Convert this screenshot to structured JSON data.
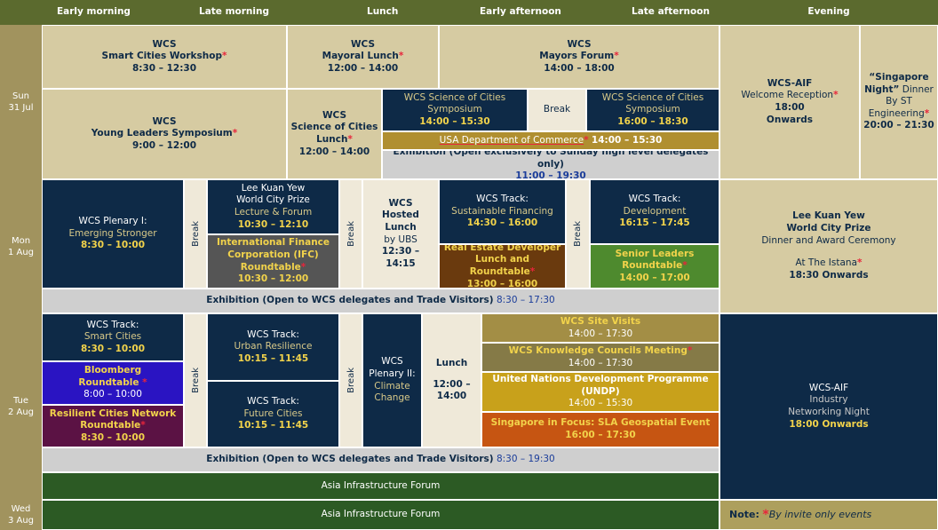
{
  "header": {
    "early_morning": "Early morning",
    "late_morning": "Late morning",
    "lunch": "Lunch",
    "early_afternoon": "Early afternoon",
    "late_afternoon": "Late afternoon",
    "evening": "Evening"
  },
  "days": {
    "sun": {
      "name": "Sun",
      "date": "31 Jul"
    },
    "mon": {
      "name": "Mon",
      "date": "1 Aug"
    },
    "tue": {
      "name": "Tue",
      "date": "2 Aug"
    },
    "wed": {
      "name": "Wed",
      "date": "3 Aug"
    }
  },
  "sun": {
    "workshop": {
      "l1": "WCS",
      "l2": "Smart Cities Workshop",
      "time": "8:30 – 12:30"
    },
    "mayoral_lunch": {
      "l1": "WCS",
      "l2": "Mayoral Lunch",
      "time": "12:00 – 14:00"
    },
    "mayors_forum": {
      "l1": "WCS",
      "l2": "Mayors Forum",
      "time": "14:00 – 18:00"
    },
    "young_leaders": {
      "l1": "WCS",
      "l2": "Young Leaders Symposium",
      "time": "9:00 – 12:00"
    },
    "science_lunch": {
      "l1": "WCS",
      "l2": "Science of Cities",
      "l3": "Lunch",
      "time": "12:00 – 14:00"
    },
    "science_sym1": {
      "l1": "WCS Science of Cities",
      "l2": "Symposium",
      "time": "14:00 – 15:30"
    },
    "break": "Break",
    "science_sym2": {
      "l1": "WCS Science of Cities",
      "l2": "Symposium",
      "time": "16:00 – 18:30"
    },
    "usa_doc": {
      "label": "USA Department of Commerce",
      "time": "14:00 – 15:30"
    },
    "exhibition": {
      "label": "Exhibition (Open exclusively to Sunday high level delegates only)",
      "time": "11:00 – 19:30"
    },
    "aif_reception": {
      "l1": "WCS-AIF",
      "l2": "Welcome Reception",
      "l3": "18:00",
      "l4": "Onwards"
    },
    "singapore_night": {
      "l1": "“Singapore",
      "l2": "Night”",
      "l2b": "Dinner",
      "l3": "By ST",
      "l4": "Engineering",
      "time": "20:00 – 21:30"
    }
  },
  "mon": {
    "plenary": {
      "l1": "WCS Plenary I:",
      "l2": "Emerging Stronger",
      "time": "8:30 – 10:00"
    },
    "break": "Break",
    "lky_prize": {
      "l1": "Lee Kuan Yew",
      "l2": "World City Prize",
      "l3": "Lecture & Forum",
      "time": "10:30 – 12:10"
    },
    "ifc": {
      "l1": "International Finance",
      "l2": "Corporation (IFC)",
      "l3": "Roundtable",
      "time": "10:30 – 12:00"
    },
    "hosted_lunch": {
      "l1": "WCS",
      "l2": "Hosted Lunch",
      "l3": "by UBS",
      "time": "12:30 – 14:15"
    },
    "sust_fin": {
      "l1": "WCS Track:",
      "l2": "Sustainable Financing",
      "time": "14:30 – 16:00"
    },
    "real_estate": {
      "l1": "Real Estate Developer",
      "l2": "Lunch and Roundtable",
      "time": "13:00 – 16:00"
    },
    "development": {
      "l1": "WCS Track:",
      "l2": "Development",
      "time": "16:15 – 17:45"
    },
    "senior": {
      "l1": "Senior Leaders Roundtable",
      "time": "14:00 – 17:00"
    },
    "exhibition": {
      "label": "Exhibition (Open to WCS delegates and Trade Visitors)",
      "time": "8:30 – 17:30"
    },
    "lky_dinner": {
      "l1": "Lee Kuan Yew",
      "l2": "World City Prize",
      "l3": "Dinner and Award Ceremony",
      "l4": "At The Istana",
      "time": "18:30 Onwards"
    }
  },
  "tue": {
    "smart": {
      "l1": "WCS Track:",
      "l2": "Smart Cities",
      "time": "8:30 – 10:00"
    },
    "bloomberg": {
      "l1": "Bloomberg",
      "l2": "Roundtable",
      "time": "8:00 – 10:00"
    },
    "resilient": {
      "l1": "Resilient Cities Network",
      "l2": "Roundtable",
      "time": "8:30 – 10:00"
    },
    "break": "Break",
    "urban": {
      "l1": "WCS Track:",
      "l2": "Urban Resilience",
      "time": "10:15 – 11:45"
    },
    "future": {
      "l1": "WCS Track:",
      "l2": "Future Cities",
      "time": "10:15 – 11:45"
    },
    "plenary2": {
      "l1": "WCS",
      "l2": "Plenary II:",
      "l3": "Climate",
      "l4": "Change"
    },
    "lunch": {
      "l1": "Lunch",
      "l2": "12:00 –",
      "l3": "14:00"
    },
    "site_visits": {
      "label": "WCS Site Visits",
      "time": "14:00 – 17:30"
    },
    "knowledge": {
      "label": "WCS Knowledge Councils Meeting",
      "time": "14:00 – 17:30"
    },
    "undp": {
      "label": "United Nations Development Programme (UNDP)",
      "time": "14:00 – 15:30"
    },
    "sla": {
      "label": "Singapore in Focus: SLA Geospatial Event",
      "time": "16:00 – 17:30"
    },
    "exhibition": {
      "label": "Exhibition (Open to WCS delegates and Trade Visitors)",
      "time": "8:30 – 19:30"
    },
    "aif_forum": "Asia Infrastructure Forum",
    "aif_night": {
      "l1": "WCS-AIF",
      "l2": "Industry",
      "l3": "Networking Night",
      "time": "18:00 Onwards"
    }
  },
  "wed": {
    "aif_forum": "Asia Infrastructure Forum",
    "note_label": "Note:",
    "note_star": "*",
    "note_text": "By invite only events"
  },
  "star": "*",
  "colors": {
    "tan": "#d6cba2",
    "navy": "#0e2a47",
    "cream": "#efe9d9",
    "grey": "#cfcfcf",
    "header": "#5b6a2e",
    "day": "#a1935e",
    "green": "#2c5a24",
    "red_star": "#e8253b",
    "ifc": "#555555",
    "real_estate": "#6a3a0e",
    "senior": "#4e8a2e",
    "bloomberg": "#2a14c2",
    "resilient": "#5b1244",
    "site_visits": "#a38e45",
    "knowledge": "#857a47",
    "undp": "#c8a11b",
    "sla": "#c65512"
  }
}
